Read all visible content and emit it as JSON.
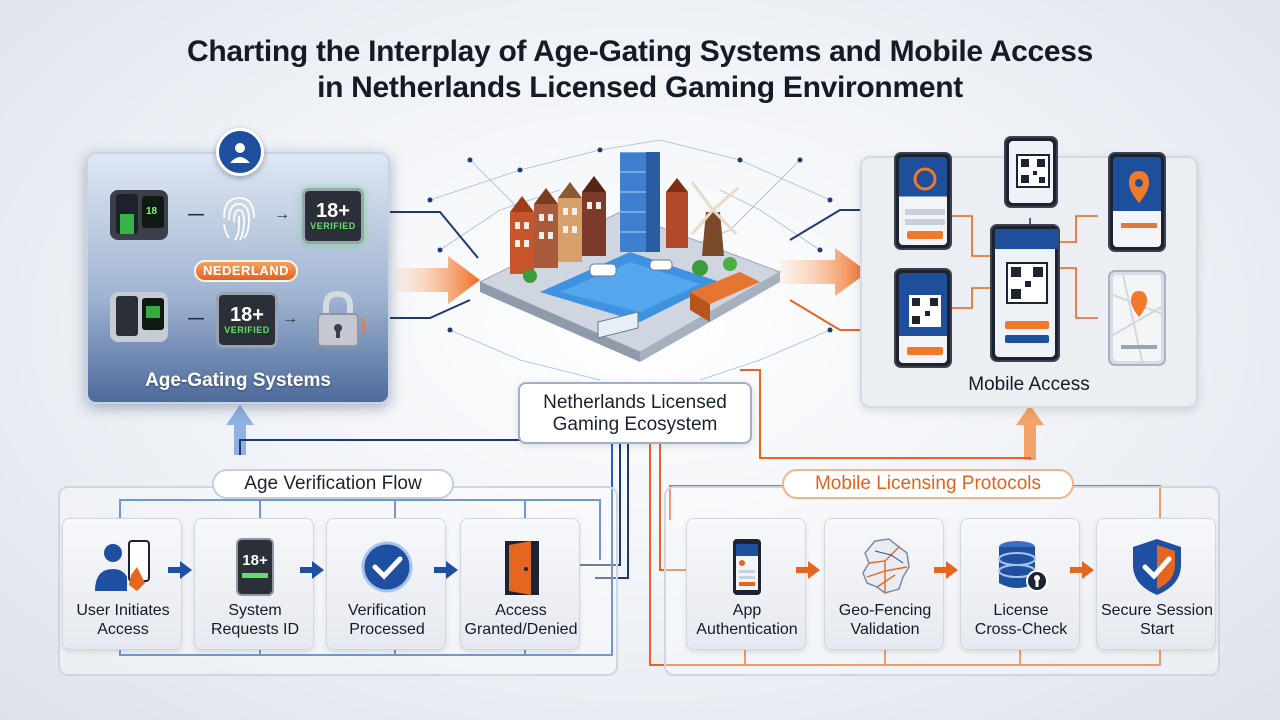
{
  "title": {
    "line1": "Charting the Interplay of Age-Gating Systems and Mobile Access",
    "line2": "in Netherlands Licensed Gaming Environment"
  },
  "age_panel": {
    "label": "Age-Gating Systems",
    "region_pill": "NEDERLAND",
    "badge_top": {
      "big": "18+",
      "small": "VERIFIED"
    },
    "badge_bottom": {
      "big": "18+",
      "small": "VERIFIED"
    },
    "icons": [
      "user-shield-icon",
      "fingerprint-icon",
      "padlock-icon",
      "id-scanner-icon"
    ]
  },
  "ecosystem": {
    "label_line1": "Netherlands Licensed",
    "label_line2": "Gaming Ecosystem"
  },
  "mobile_panel": {
    "label": "Mobile Access",
    "icons": [
      "qr-code-icon",
      "map-pin-icon",
      "phone-icon"
    ]
  },
  "age_flow": {
    "title": "Age Verification Flow",
    "steps": [
      {
        "line1": "User Initiates",
        "line2": "Access",
        "icon": "user-tap-phone-icon"
      },
      {
        "line1": "System",
        "line2": "Requests ID",
        "icon": "id-18-plus-icon",
        "badge": "18+"
      },
      {
        "line1": "Verification",
        "line2": "Processed",
        "icon": "check-circle-icon"
      },
      {
        "line1": "Access",
        "line2": "Granted/Denied",
        "icon": "door-icon"
      }
    ]
  },
  "mobile_flow": {
    "title": "Mobile Licensing Protocols",
    "steps": [
      {
        "line1": "App",
        "line2": "Authentication",
        "icon": "phone-app-icon"
      },
      {
        "line1": "Geo-Fencing",
        "line2": "Validation",
        "icon": "netherlands-map-icon"
      },
      {
        "line1": "License",
        "line2": "Cross-Check",
        "icon": "database-icon"
      },
      {
        "line1": "Secure Session",
        "line2": "Start",
        "icon": "shield-check-icon"
      }
    ]
  },
  "colors": {
    "blue": "#1f4fa0",
    "orange": "#e5661e",
    "navy_line": "#1d3a73",
    "green": "#5fe06a"
  }
}
